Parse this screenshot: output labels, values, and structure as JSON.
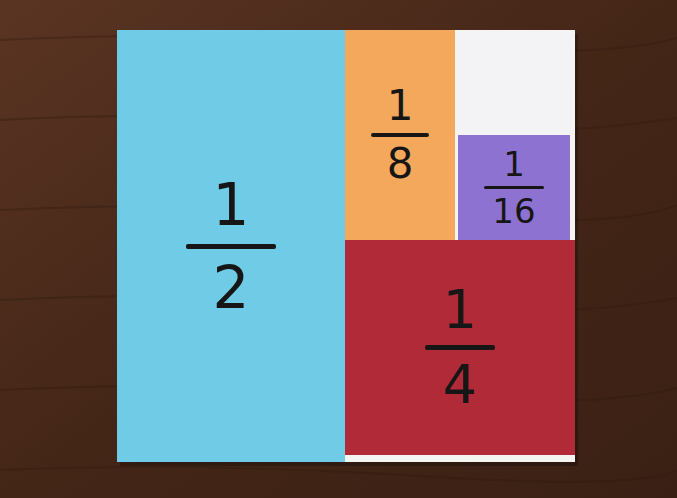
{
  "diagram": {
    "nodes": [
      {
        "text": [
          "1",
          "2"
        ]
      },
      {
        "text": [
          "1",
          "8"
        ]
      },
      {
        "text": [
          "1",
          "16"
        ]
      },
      {
        "text": [
          "1",
          "4"
        ]
      }
    ]
  }
}
